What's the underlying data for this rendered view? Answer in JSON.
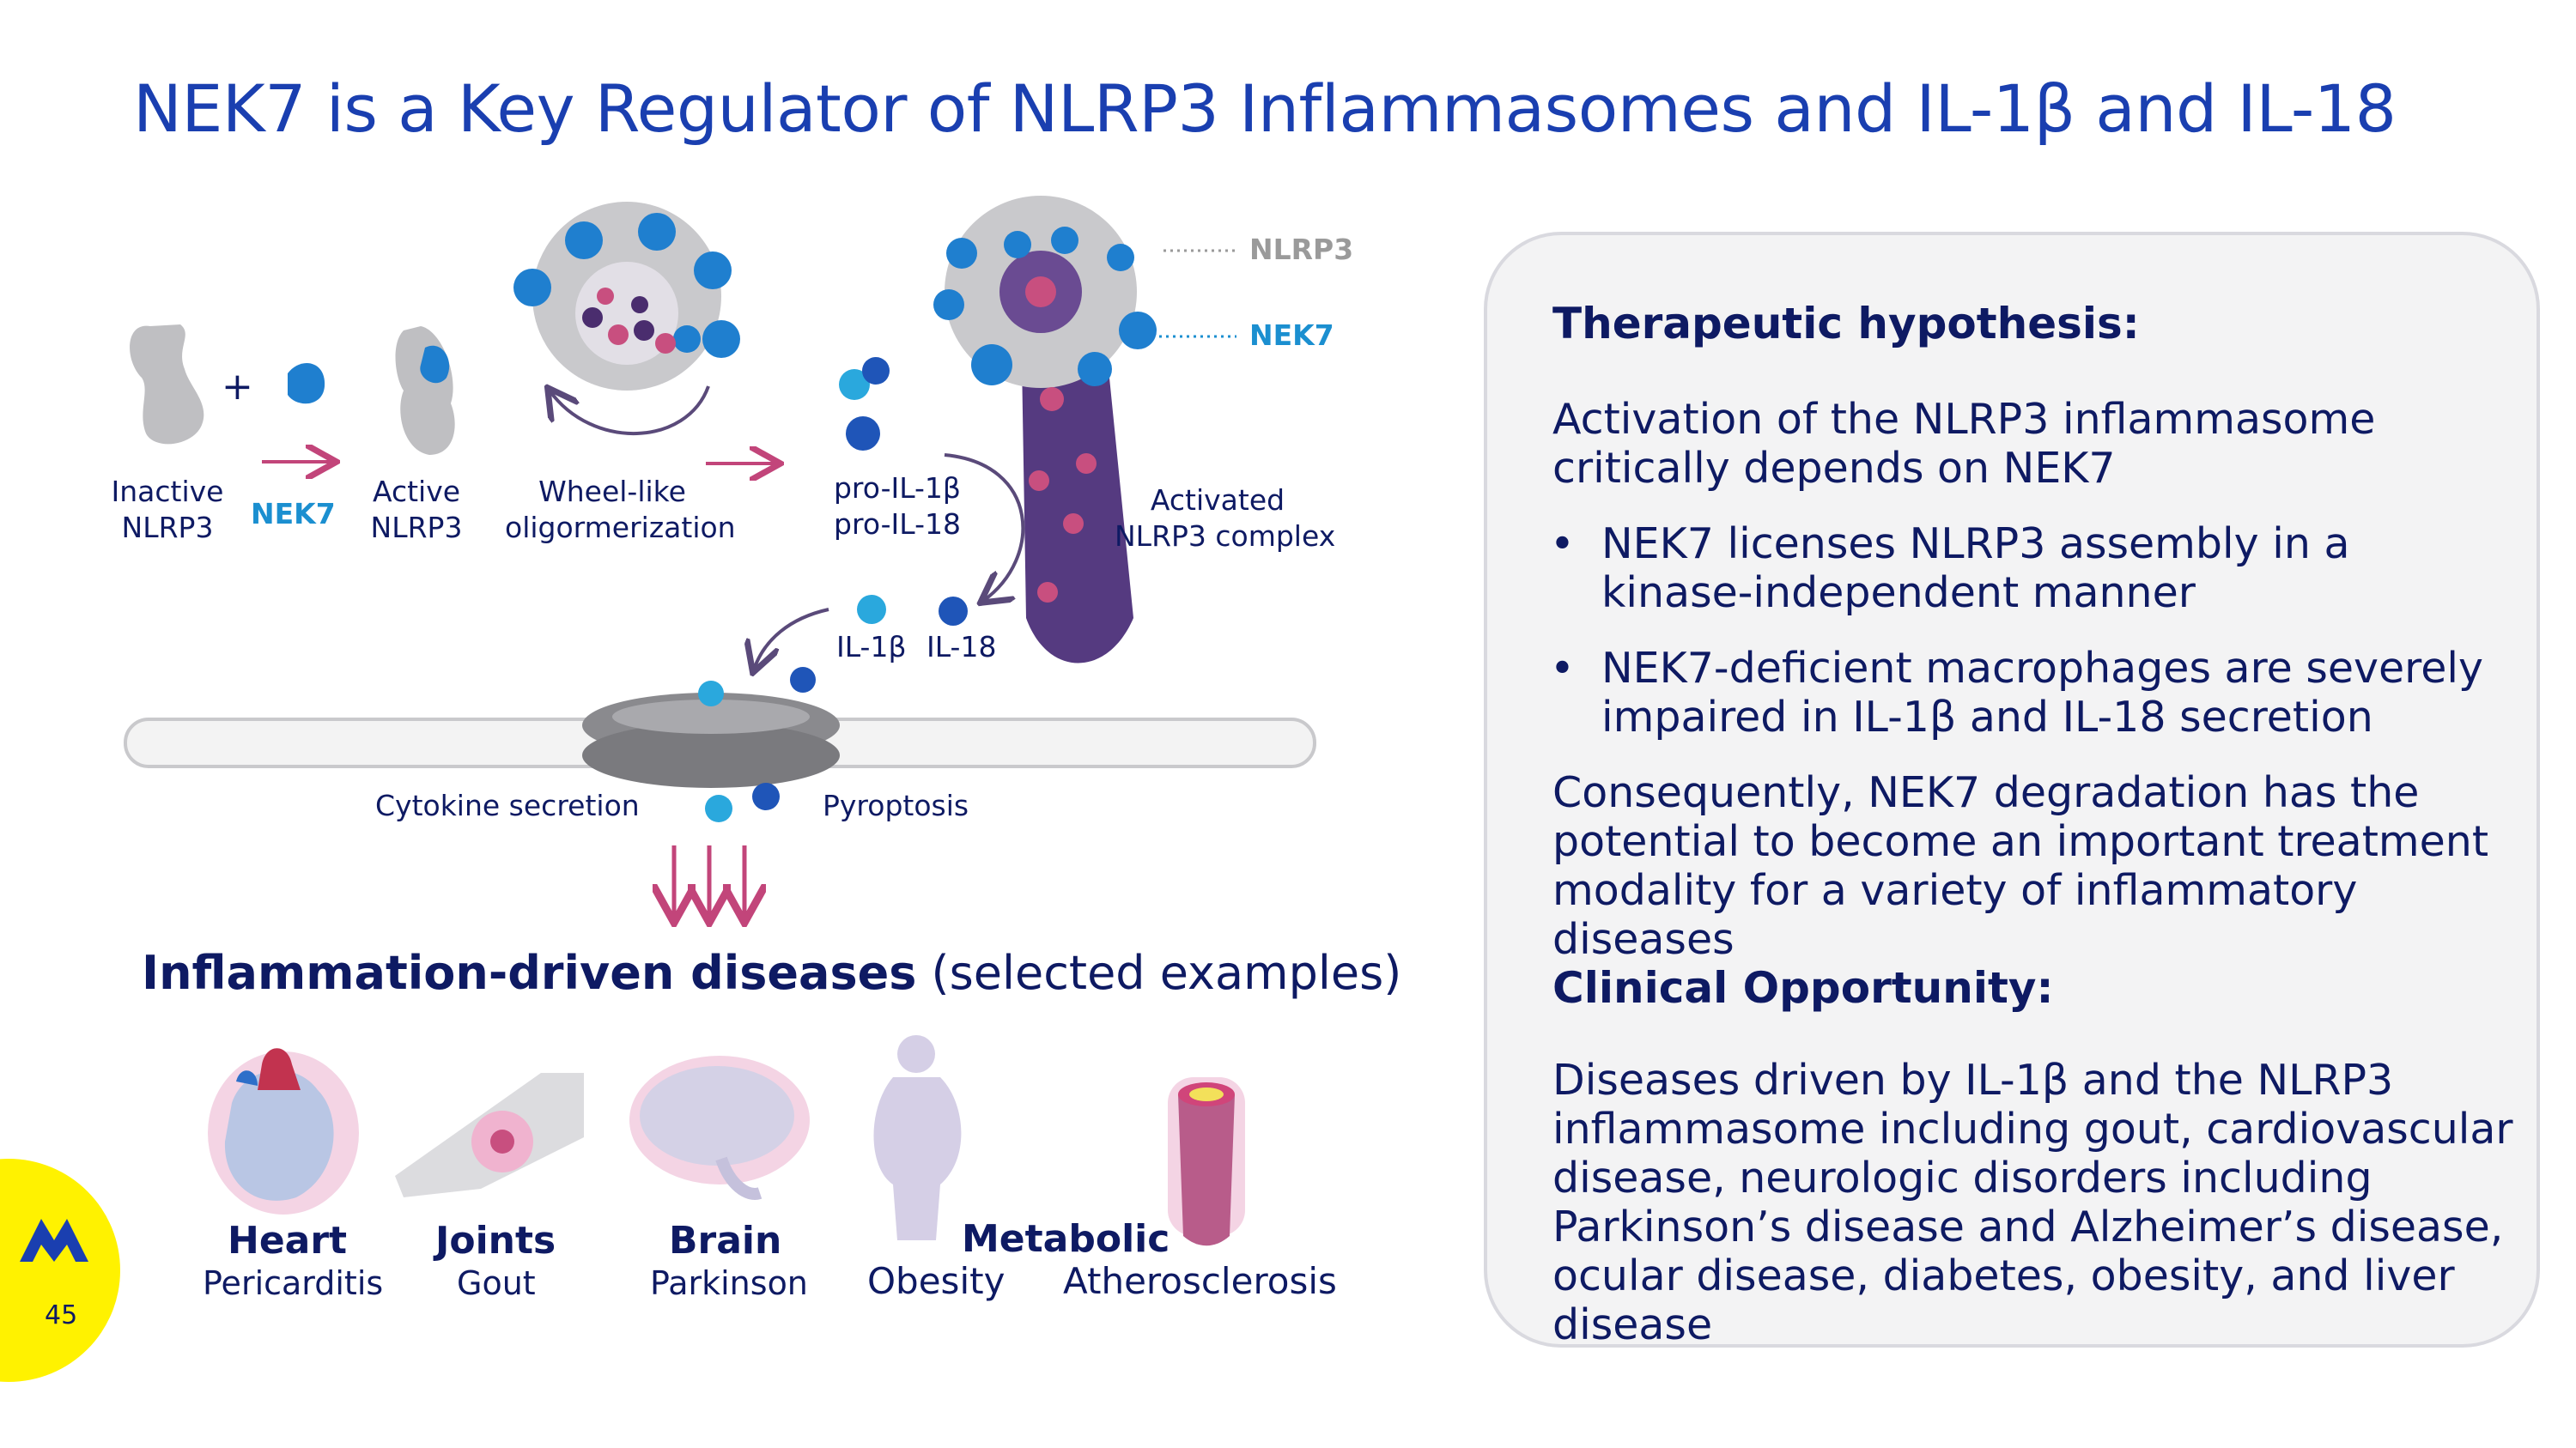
{
  "title": "NEK7 is a Key Regulator of NLRP3 Inflammasomes and IL-1β and IL-18",
  "diagram": {
    "plus": "+",
    "inactive": [
      "Inactive",
      "NLRP3"
    ],
    "nek7_arrow_label": "NEK7",
    "active": [
      "Active",
      "NLRP3"
    ],
    "wheel": [
      "Wheel-like",
      "oligormerization"
    ],
    "pro": [
      "pro-IL-1β",
      "pro-IL-18"
    ],
    "activated": [
      "Activated",
      "NLRP3 complex"
    ],
    "legend_nlrp3": "NLRP3",
    "legend_nek7": "NEK7",
    "il1b": "IL-1β",
    "il18": "IL-18",
    "cytokine": "Cytokine secretion",
    "pyroptosis": "Pyroptosis"
  },
  "diseases": {
    "title_bold": "Inflammation-driven diseases",
    "title_rest": " (selected examples)",
    "items": [
      {
        "name": "Heart",
        "sub": "Pericarditis"
      },
      {
        "name": "Joints",
        "sub": "Gout"
      },
      {
        "name": "Brain",
        "sub": "Parkinson"
      },
      {
        "name": "Metabolic",
        "sub1": "Obesity",
        "sub2": "Atherosclerosis"
      }
    ]
  },
  "panel": {
    "heading1": "Therapeutic hypothesis:",
    "para1": "Activation of the NLRP3 inflammasome critically depends on NEK7",
    "bullets": [
      "NEK7 licenses NLRP3 assembly in a kinase-independent manner",
      "NEK7-deficient macrophages are severely impaired in IL-1β and IL-18 secretion"
    ],
    "bullet_char": "•",
    "para2": "Consequently, NEK7 degradation has the potential to become an important treatment modality for a variety of inflammatory diseases",
    "heading2": "Clinical Opportunity:",
    "para3": "Diseases driven by IL-1β and the NLRP3 inflammasome including gout, cardiovascular disease, neurologic disorders including Parkinson’s disease and Alzheimer’s disease, ocular disease, diabetes, obesity, and liver disease"
  },
  "page_number": "45",
  "colors": {
    "title": "#1a3fb0",
    "text": "#0e1a63",
    "nek7": "#1b8fd0",
    "arrow": "#c2457a",
    "logo_bg": "#fff200"
  }
}
